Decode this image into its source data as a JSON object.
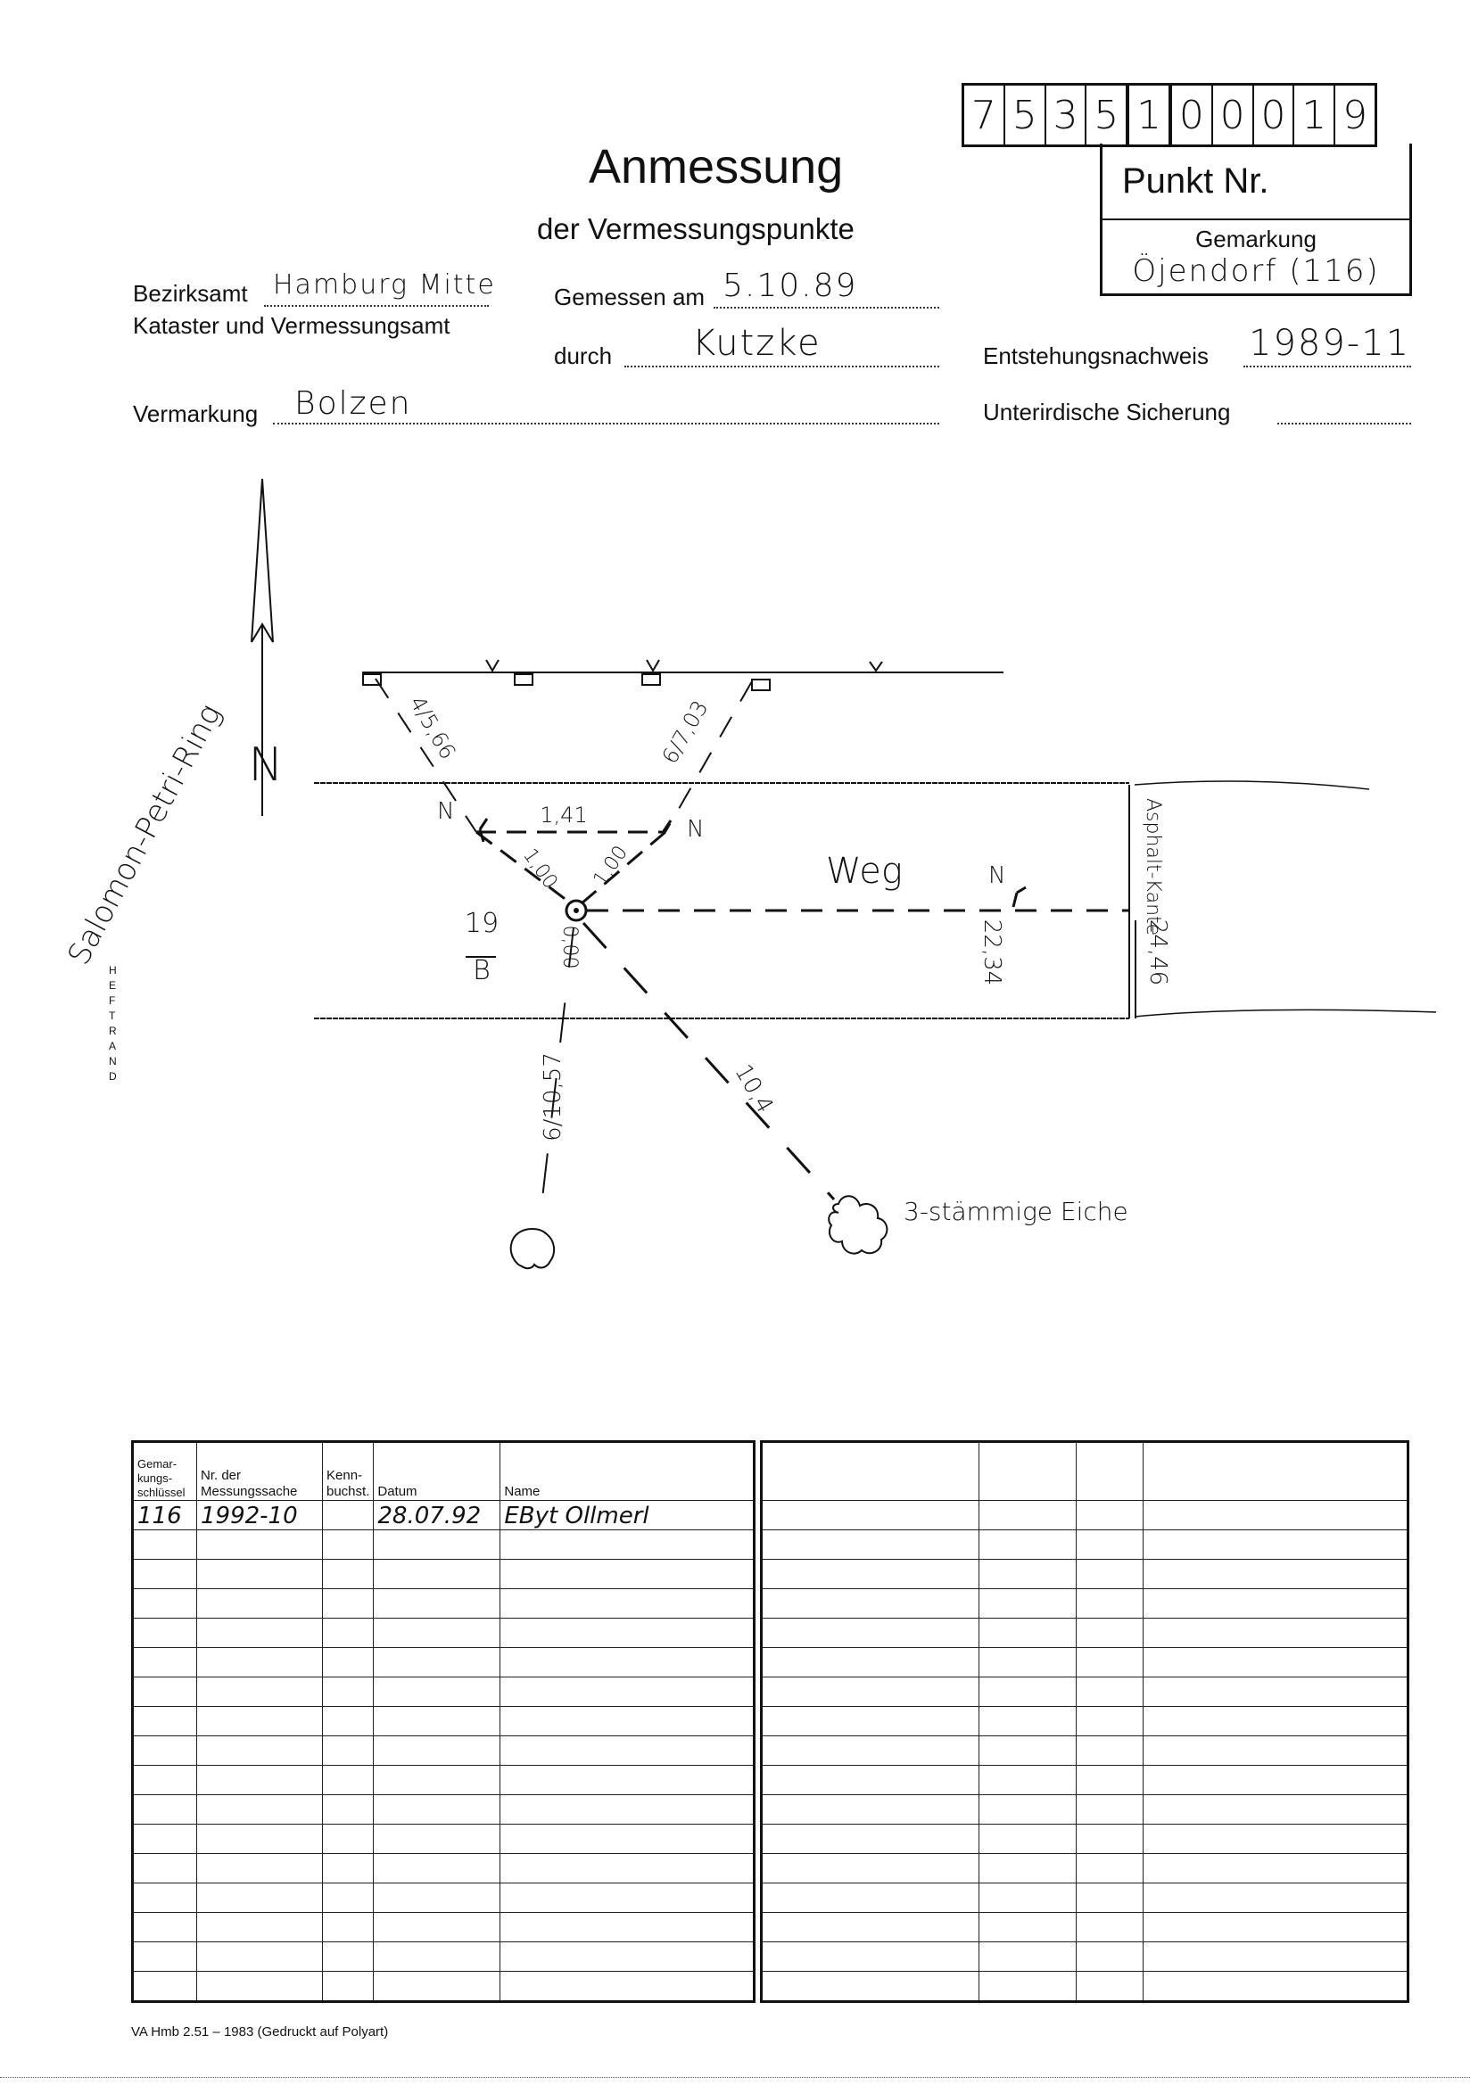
{
  "header": {
    "title": "Anmessung",
    "subtitle": "der Vermessungspunkte",
    "punkt_number_digits": [
      "7",
      "5",
      "3",
      "5",
      "1",
      "0",
      "0",
      "0",
      "1",
      "9"
    ],
    "punkt_label": "Punkt Nr.",
    "gemarkung_label": "Gemarkung",
    "gemarkung_value": "Öjendorf (116)"
  },
  "form": {
    "bezirksamt_label": "Bezirksamt",
    "bezirksamt_value": "Hamburg Mitte",
    "amt_label": "Kataster und Vermessungsamt",
    "gemessen_label": "Gemessen am",
    "gemessen_value": "5.10.89",
    "durch_label": "durch",
    "durch_value": "Kutzke",
    "entstehung_label": "Entstehungsnachweis",
    "entstehung_value": "1989-11",
    "vermarkung_label": "Vermarkung",
    "vermarkung_value": "Bolzen",
    "unterirdisch_label": "Unterirdische Sicherung",
    "unterirdisch_value": ""
  },
  "sketch": {
    "north_label": "N",
    "street_name": "Salomon-Petri-Ring",
    "heftrand": "HEFTRAND",
    "way_label": "Weg",
    "asphalt_label": "Asphalt-Kante",
    "point_label_top": "19",
    "point_label_bottom": "B",
    "measure_left_top": "4/5,66",
    "measure_right_top": "6/7,03",
    "measure_base": "1,41",
    "measure_left_side": "1,00",
    "measure_right_side": "1,00",
    "measure_down_start": "0,00",
    "measure_down": "6/10,57",
    "measure_diag": "10,4",
    "measure_right": "22,34",
    "measure_width": "24,46",
    "n_marker": "N",
    "tree_label": "3-stämmige Eiche"
  },
  "table": {
    "headers": [
      "Gemar-\nkungs-\nschlüssel",
      "Nr. der\nMessungssache",
      "Kenn-\nbuchst.",
      "Datum",
      "Name"
    ],
    "rows": [
      {
        "schluessel": "116",
        "nr": "1992-10",
        "kenn": "",
        "datum": "28.07.92",
        "name": "EByt  Ollmerl"
      }
    ],
    "empty_rows": 16
  },
  "footer": {
    "note": "VA Hmb 2.51 – 1983 (Gedruckt auf Polyart)"
  }
}
